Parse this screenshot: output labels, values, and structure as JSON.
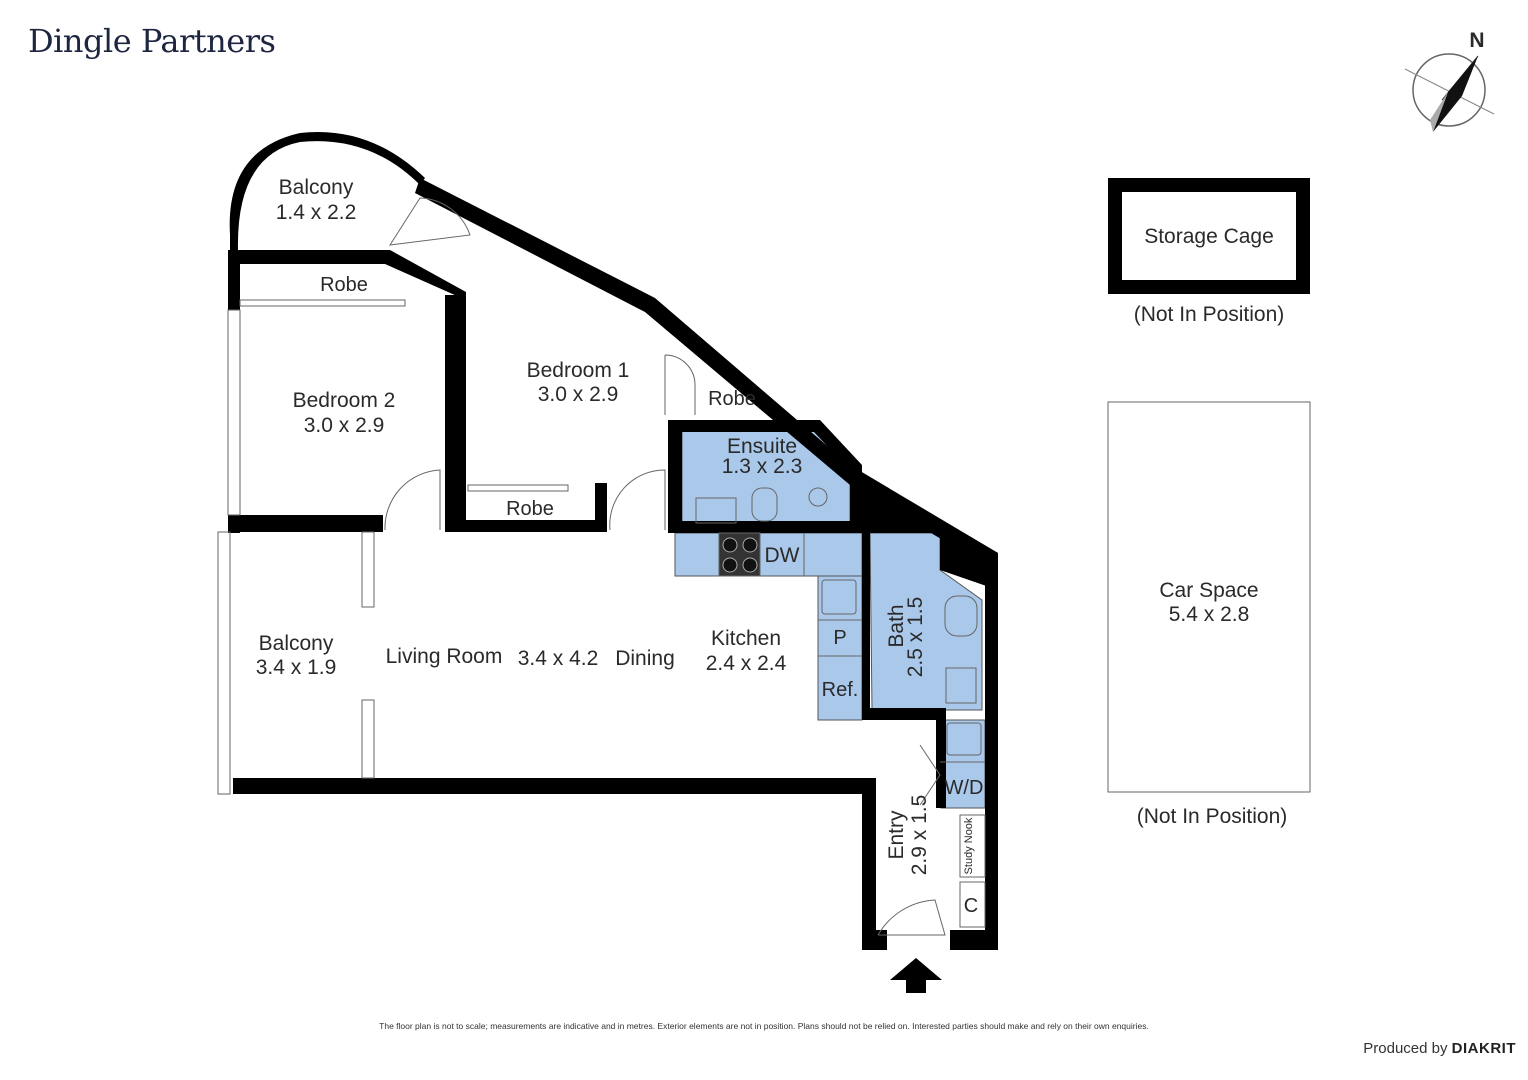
{
  "brand": {
    "name": "Dingle Partners"
  },
  "compass": {
    "north_label": "N"
  },
  "rooms": {
    "balcony_top": {
      "name": "Balcony",
      "dims": "1.4 x 2.2"
    },
    "robe_b2": {
      "name": "Robe"
    },
    "bedroom2": {
      "name": "Bedroom 2",
      "dims": "3.0 x 2.9"
    },
    "bedroom1": {
      "name": "Bedroom 1",
      "dims": "3.0 x 2.9"
    },
    "robe_b1": {
      "name": "Robe"
    },
    "robe_hall": {
      "name": "Robe"
    },
    "ensuite": {
      "name": "Ensuite",
      "dims": "1.3 x 2.3"
    },
    "balcony_left": {
      "name": "Balcony",
      "dims": "3.4 x 1.9"
    },
    "living": {
      "name": "Living Room",
      "dims": "3.4 x 4.2",
      "dining": "Dining"
    },
    "kitchen": {
      "name": "Kitchen",
      "dims": "2.4 x 2.4",
      "dw": "DW",
      "pantry": "P",
      "fridge": "Ref."
    },
    "bath": {
      "name": "Bath",
      "dims": "2.5 x 1.5"
    },
    "laundry": {
      "wd": "W/D"
    },
    "entry": {
      "name": "Entry",
      "dims": "2.9 x 1.5",
      "study": "Study Nook",
      "cupboard": "C"
    }
  },
  "storage_cage": {
    "name": "Storage Cage",
    "note": "(Not In Position)"
  },
  "car_space": {
    "name": "Car Space",
    "dims": "5.4 x 2.8",
    "note": "(Not In Position)"
  },
  "footer": {
    "disclaimer": "The floor plan is not to scale; measurements are indicative and in metres. Exterior elements are not in position. Plans should not be relied on. Interested parties should make and rely on their own enquiries.",
    "produced_by": "Produced by",
    "producer": "DIAKRIT"
  },
  "colors": {
    "wet_area": "#a9c8ea",
    "wall": "#000000",
    "outline": "#555555"
  }
}
